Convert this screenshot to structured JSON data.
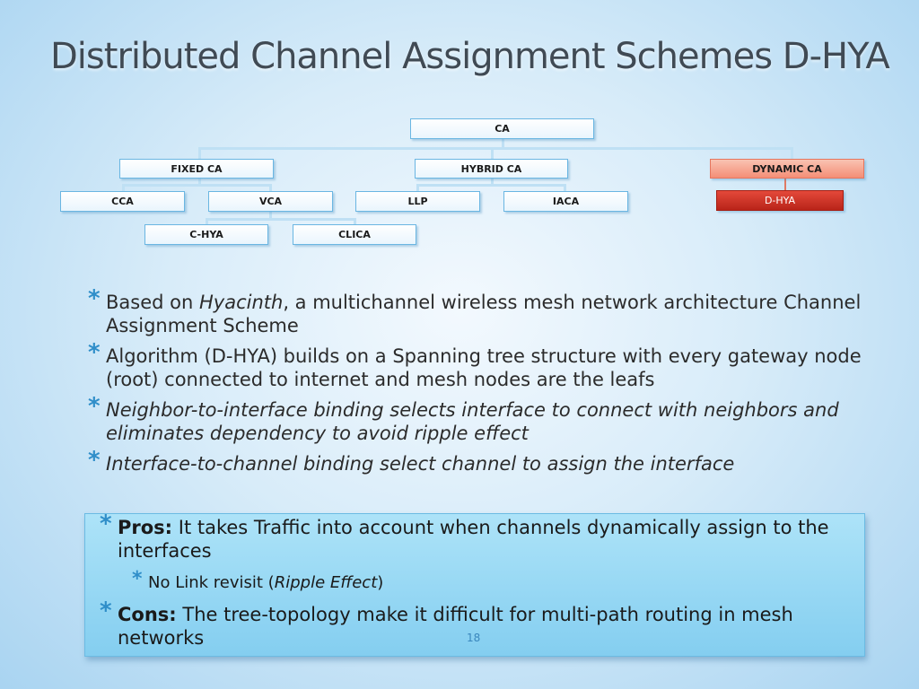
{
  "title": "Distributed Channel Assignment Schemes D-HYA",
  "tree": {
    "ca": "CA",
    "fixed_ca": "FIXED CA",
    "hybrid_ca": "HYBRID CA",
    "dynamic_ca": "DYNAMIC CA",
    "cca": "CCA",
    "vca": "VCA",
    "llp": "LLP",
    "iaca": "IACA",
    "d_hya": "D-HYA",
    "c_hya": "C-HYA",
    "clica": "CLICA"
  },
  "bullets": {
    "b1_pre": "Based on ",
    "b1_em": "Hyacinth",
    "b1_post": ", a multichannel wireless mesh network architecture Channel  Assignment Scheme",
    "b2": "Algorithm (D-HYA) builds on a Spanning tree structure with every gateway node (root) connected to internet and mesh nodes are the leafs",
    "b3": "Neighbor-to-interface binding selects interface to connect with neighbors and eliminates dependency to avoid ripple effect",
    "b4": "Interface-to-channel binding  select  channel to assign the interface"
  },
  "pros_cons": {
    "pros_label": "Pros:",
    "pros_text": " It takes Traffic into account  when  channels dynamically assign to the interfaces",
    "sub_pre": "No Link revisit (",
    "sub_em": "Ripple Effect",
    "sub_post": ")",
    "cons_label": "Cons:",
    "cons_text": " The tree-topology make it difficult for multi-path routing in mesh networks"
  },
  "page_number": "18",
  "colors": {
    "accent": "#2f8ec9",
    "node_border": "#6ab6e2",
    "dynamic_fill": "#f48e76",
    "d_hya_fill": "#c62d20",
    "pros_box": "#9cdaf5"
  }
}
